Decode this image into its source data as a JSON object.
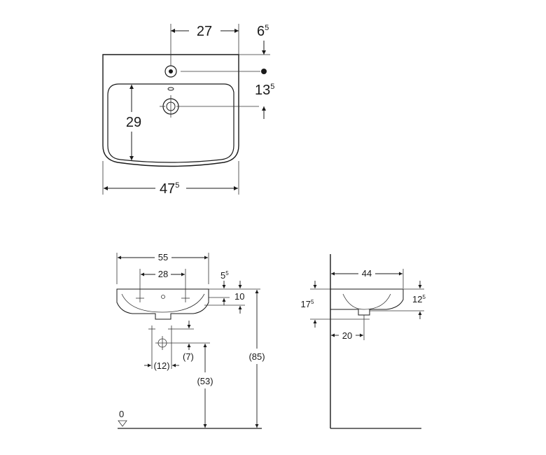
{
  "top_view": {
    "dims": {
      "tap_spacing": "27",
      "back_offset_main": "6",
      "back_offset_sup": "5",
      "drain_offset_main": "13",
      "drain_offset_sup": "5",
      "bowl_depth": "29",
      "overall_depth_main": "47",
      "overall_depth_sup": "5"
    }
  },
  "front_view": {
    "dims": {
      "overall_width": "55",
      "tap_hole_spacing": "28",
      "rim_thickness_main": "5",
      "rim_thickness_sup": "5",
      "basin_height": "10",
      "waste_spacing": "(12)",
      "waste_drop": "(7)",
      "waste_height": "(53)",
      "mount_height": "(85)",
      "floor_level": "0"
    }
  },
  "side_view": {
    "dims": {
      "projection": "44",
      "height_main": "17",
      "height_sup": "5",
      "rim_to_outlet_main": "12",
      "rim_to_outlet_sup": "5",
      "outlet_from_wall": "20"
    }
  }
}
